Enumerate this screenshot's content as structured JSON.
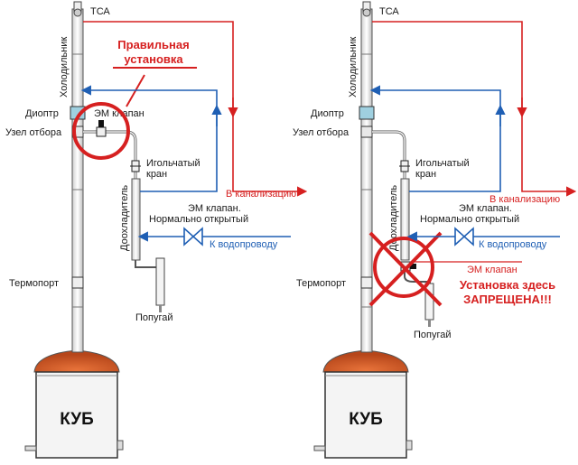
{
  "colors": {
    "drain": "#d62020",
    "water": "#1f5fb4",
    "warning": "#d62020",
    "cube_top": "#c9521c",
    "diopter": "#9fd0e0",
    "column": "#f2f2f2"
  },
  "left": {
    "tsa": "ТСА",
    "condenser": "Холодильник",
    "correct_line1": "Правильная",
    "correct_line2": "установка",
    "diopter": "Диоптр",
    "valve_em": "ЭМ клапан",
    "takeoff": "Узел отбора",
    "needle_line1": "Игольчатый",
    "needle_line2": "кран",
    "drain": "В канализацию",
    "aftercooler": "Доохладитель",
    "valve_em_nc1": "ЭМ клапан.",
    "valve_em_nc2": "Нормально открытый",
    "water": "К водопроводу",
    "thermoport": "Термопорт",
    "parrot": "Попугай",
    "cube": "КУБ"
  },
  "right": {
    "tsa": "ТСА",
    "condenser": "Холодильник",
    "diopter": "Диоптр",
    "takeoff": "Узел отбора",
    "needle_line1": "Игольчатый",
    "needle_line2": "кран",
    "drain": "В канализацию",
    "aftercooler": "Доохладитель",
    "valve_em_nc1": "ЭМ клапан.",
    "valve_em_nc2": "Нормально открытый",
    "water": "К водопроводу",
    "thermoport": "Термопорт",
    "valve_em": "ЭМ клапан",
    "forbidden_line1": "Установка здесь",
    "forbidden_line2": "ЗАПРЕЩЕНА!!!",
    "parrot": "Попугай",
    "cube": "КУБ"
  },
  "icons": [
    "tsa-sensor-icon",
    "diopter-icon",
    "em-valve-icon",
    "needle-valve-icon",
    "gate-valve-icon",
    "flow-arrow-icon",
    "prohibited-icon",
    "correct-mark-icon"
  ]
}
